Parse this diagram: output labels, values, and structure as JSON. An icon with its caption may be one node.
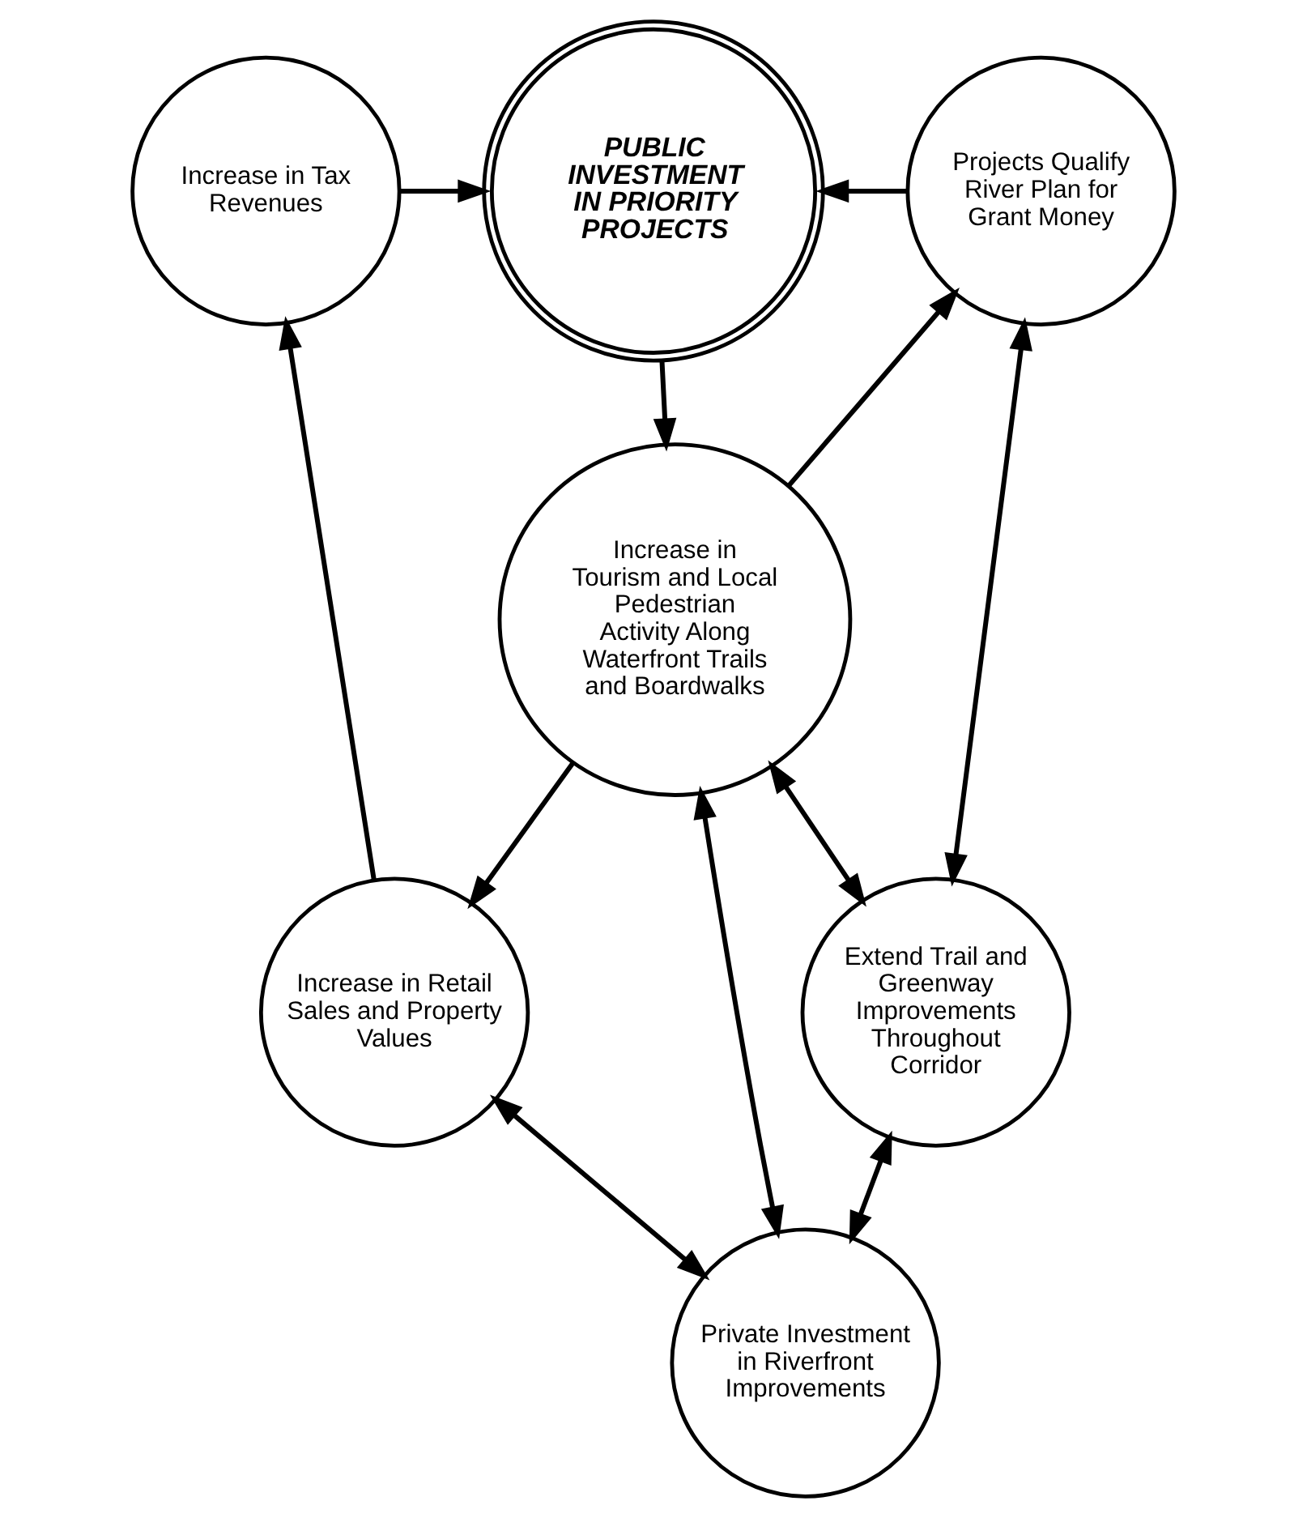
{
  "diagram": {
    "nodes": [
      {
        "text": [
          "PUBLIC INVESTMENT IN PRIORITY PROJECTS"
        ]
      },
      {
        "text": [
          "Projects Qualify River Plan for Grant Money"
        ]
      },
      {
        "text": [
          "Increase in Tax Revenues"
        ]
      },
      {
        "text": [
          "Increase in Tourism and Local Pedestrian Activity Along Waterfront Trails and Boardwalks"
        ]
      },
      {
        "text": [
          "Extend Trail and Greenway Improvements Throughout Corridor"
        ]
      },
      {
        "text": [
          "Increase in Retail Sales and Property Values"
        ]
      },
      {
        "text": [
          "Private Investment in Riverfront Improvements"
        ]
      }
    ],
    "edges": [
      {
        "from": 0,
        "to": 3,
        "arrow": "to"
      },
      {
        "from": 1,
        "to": 0,
        "arrow": "to"
      },
      {
        "from": 3,
        "to": 1,
        "arrow": "to"
      },
      {
        "from": 1,
        "to": 4,
        "arrow": "both"
      },
      {
        "from": 3,
        "to": 4,
        "arrow": "both"
      },
      {
        "from": 3,
        "to": 6,
        "arrow": "both"
      },
      {
        "from": 3,
        "to": 5,
        "arrow": "to"
      },
      {
        "from": 4,
        "to": 6,
        "arrow": "both"
      },
      {
        "from": 6,
        "to": 5,
        "arrow": "both"
      },
      {
        "from": 5,
        "to": 2,
        "arrow": "to"
      },
      {
        "from": 2,
        "to": 0,
        "arrow": "to"
      }
    ]
  }
}
